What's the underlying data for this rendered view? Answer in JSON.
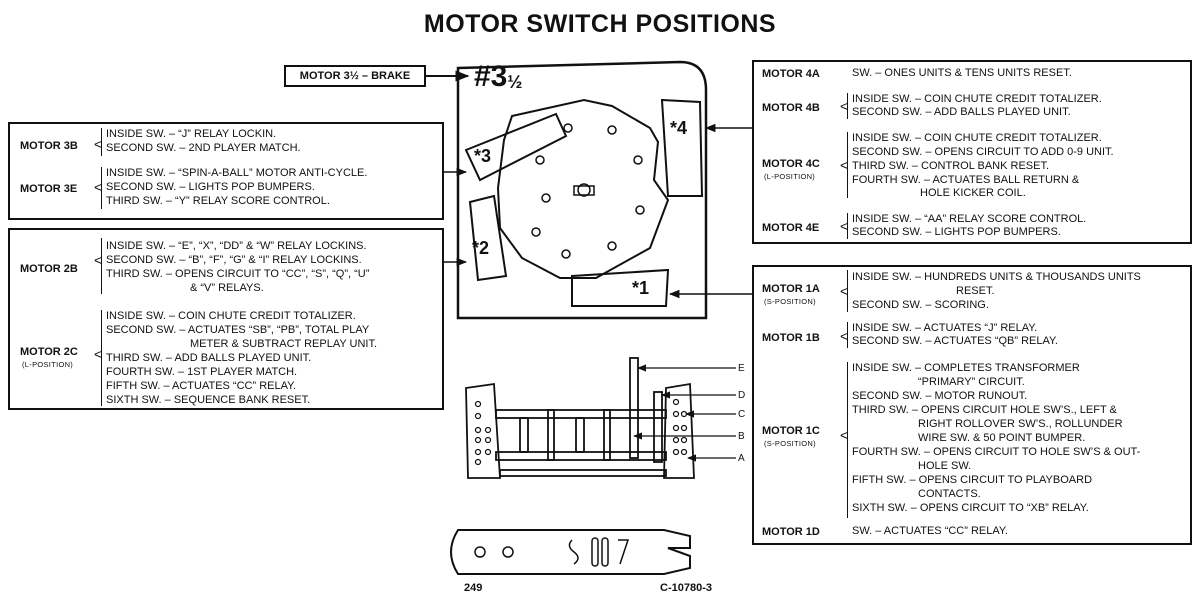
{
  "title": "MOTOR SWITCH POSITIONS",
  "brake_label": "MOTOR 3½ – BRAKE",
  "brake_number": "#3½",
  "disc_numbers": [
    "*1",
    "*2",
    "*3",
    "*4"
  ],
  "side_letters": [
    "E",
    "D",
    "C",
    "B",
    "A"
  ],
  "footer": {
    "page": "249",
    "code": "C-10780-3"
  },
  "motors": {
    "m3b": {
      "name": "MOTOR 3B",
      "lines": [
        "INSIDE SW. – “J” RELAY LOCKIN.",
        "SECOND SW. – 2ND PLAYER MATCH."
      ]
    },
    "m3e": {
      "name": "MOTOR 3E",
      "lines": [
        "INSIDE SW. – “SPIN-A-BALL” MOTOR ANTI-CYCLE.",
        "SECOND SW. – LIGHTS POP BUMPERS.",
        "THIRD SW. – “Y” RELAY SCORE CONTROL."
      ]
    },
    "m2b": {
      "name": "MOTOR 2B",
      "lines": [
        "INSIDE SW. – “E”, “X”, “DD” & “W” RELAY LOCKINS.",
        "SECOND SW. – “B”, “F”, “G” & “I” RELAY LOCKINS.",
        "THIRD SW. – OPENS CIRCUIT TO “CC”, “S”, “Q”, “U”",
        "& “V” RELAYS."
      ]
    },
    "m2c": {
      "name": "MOTOR 2C",
      "position": "(L-POSITION)",
      "lines": [
        "INSIDE SW. – COIN CHUTE CREDIT TOTALIZER.",
        "SECOND SW. – ACTUATES “SB”, “PB”, TOTAL PLAY",
        "METER & SUBTRACT REPLAY UNIT.",
        "THIRD SW. – ADD BALLS PLAYED UNIT.",
        "FOURTH SW. – 1ST PLAYER MATCH.",
        "FIFTH SW. – ACTUATES “CC” RELAY.",
        "SIXTH SW. – SEQUENCE BANK RESET."
      ]
    },
    "m4a": {
      "name": "MOTOR 4A",
      "lines": [
        "SW. – ONES UNITS & TENS UNITS RESET."
      ]
    },
    "m4b": {
      "name": "MOTOR 4B",
      "lines": [
        "INSIDE SW. – COIN CHUTE CREDIT TOTALIZER.",
        "SECOND SW. – ADD BALLS PLAYED UNIT."
      ]
    },
    "m4c": {
      "name": "MOTOR 4C",
      "position": "(L-POSITION)",
      "lines": [
        "INSIDE SW. – COIN CHUTE CREDIT TOTALIZER.",
        "SECOND SW. – OPENS CIRCUIT TO ADD 0-9 UNIT.",
        "THIRD SW. – CONTROL BANK RESET.",
        "FOURTH SW. – ACTUATES BALL RETURN &",
        "HOLE KICKER COIL."
      ]
    },
    "m4e": {
      "name": "MOTOR 4E",
      "lines": [
        "INSIDE SW. – “AA” RELAY SCORE CONTROL.",
        "SECOND SW. – LIGHTS POP BUMPERS."
      ]
    },
    "m1a": {
      "name": "MOTOR 1A",
      "position": "(S-POSITION)",
      "lines": [
        "INSIDE SW. – HUNDREDS UNITS & THOUSANDS UNITS",
        "RESET.",
        "SECOND SW. – SCORING."
      ]
    },
    "m1b": {
      "name": "MOTOR 1B",
      "lines": [
        "INSIDE SW. – ACTUATES “J” RELAY.",
        "SECOND SW. – ACTUATES “QB” RELAY."
      ]
    },
    "m1c": {
      "name": "MOTOR 1C",
      "position": "(S-POSITION)",
      "lines": [
        "INSIDE SW. – COMPLETES TRANSFORMER",
        "“PRIMARY” CIRCUIT.",
        "SECOND SW. – MOTOR RUNOUT.",
        "THIRD SW. – OPENS CIRCUIT HOLE SW’S., LEFT &",
        "RIGHT ROLLOVER SW’S., ROLLUNDER",
        "WIRE SW. & 50 POINT BUMPER.",
        "FOURTH SW. – OPENS CIRCUIT TO HOLE SW’S & OUT-",
        "HOLE SW.",
        "FIFTH SW. – OPENS CIRCUIT TO PLAYBOARD",
        "CONTACTS.",
        "SIXTH SW. – OPENS CIRCUIT TO “XB” RELAY."
      ]
    },
    "m1d": {
      "name": "MOTOR 1D",
      "lines": [
        "SW. – ACTUATES “CC” RELAY."
      ]
    }
  }
}
